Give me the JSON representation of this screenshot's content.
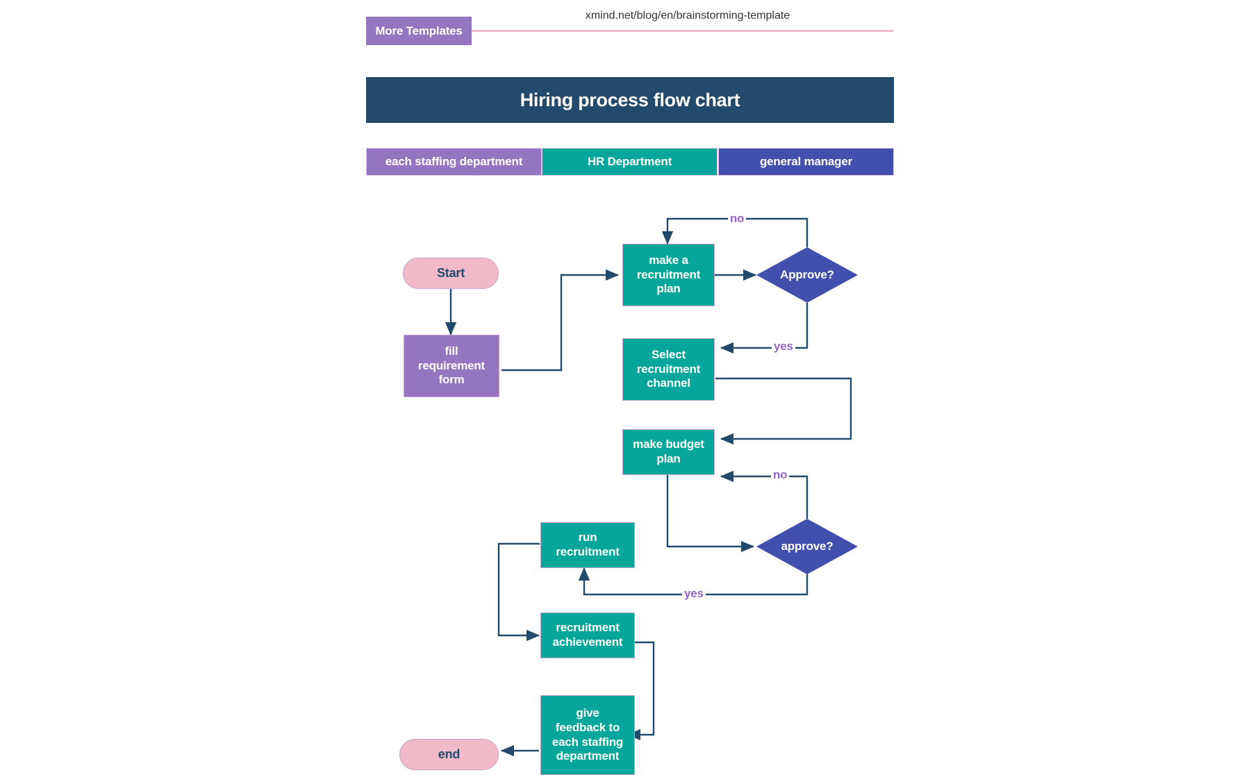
{
  "banner": {
    "more_templates_label": "More Templates",
    "url": "xmind.net/blog/en/brainstorming-template"
  },
  "chart": {
    "title": "Hiring process flow chart"
  },
  "lanes": [
    {
      "label": "each staffing department",
      "color": "#9575bf"
    },
    {
      "label": "HR Department",
      "color": "#06a79a"
    },
    {
      "label": "general manager",
      "color": "#4250ad"
    }
  ],
  "colors": {
    "title_bar": "#234a6b",
    "purple": "#9575bf",
    "teal": "#06a79a",
    "blue": "#4250ad",
    "pink": "#f2b9c8",
    "connector": "#234a6b",
    "edge_label": "#9266c4",
    "pink_rule": "#f4bcca"
  },
  "chart_data": {
    "type": "diagram",
    "title": "Hiring process flow chart",
    "nodes": [
      {
        "id": "start",
        "label": "Start",
        "shape": "pill",
        "lane": "each staffing department"
      },
      {
        "id": "fill_form",
        "label": "fill requirement form",
        "shape": "rect",
        "lane": "each staffing department"
      },
      {
        "id": "plan",
        "label": "make a recruitment plan",
        "shape": "rect",
        "lane": "HR Department"
      },
      {
        "id": "approve1",
        "label": "Approve?",
        "shape": "diamond",
        "lane": "general manager"
      },
      {
        "id": "channel",
        "label": "Select recruitment channel",
        "shape": "rect",
        "lane": "HR Department"
      },
      {
        "id": "budget",
        "label": "make budget plan",
        "shape": "rect",
        "lane": "HR Department"
      },
      {
        "id": "approve2",
        "label": "approve?",
        "shape": "diamond",
        "lane": "general manager"
      },
      {
        "id": "run",
        "label": "run recruitment",
        "shape": "rect",
        "lane": "HR Department"
      },
      {
        "id": "achievement",
        "label": "recruitment achievement",
        "shape": "rect",
        "lane": "HR Department"
      },
      {
        "id": "feedback",
        "label": "give feedback to each staffing department",
        "shape": "rect",
        "lane": "HR Department"
      },
      {
        "id": "end",
        "label": "end",
        "shape": "pill",
        "lane": "each staffing department"
      }
    ],
    "edges": [
      {
        "from": "start",
        "to": "fill_form",
        "label": ""
      },
      {
        "from": "fill_form",
        "to": "plan",
        "label": ""
      },
      {
        "from": "plan",
        "to": "approve1",
        "label": ""
      },
      {
        "from": "approve1",
        "to": "plan",
        "label": "no"
      },
      {
        "from": "approve1",
        "to": "channel",
        "label": "yes"
      },
      {
        "from": "channel",
        "to": "budget",
        "label": ""
      },
      {
        "from": "budget",
        "to": "approve2",
        "label": ""
      },
      {
        "from": "approve2",
        "to": "budget",
        "label": "no"
      },
      {
        "from": "approve2",
        "to": "run",
        "label": "yes"
      },
      {
        "from": "run",
        "to": "achievement",
        "label": ""
      },
      {
        "from": "achievement",
        "to": "feedback",
        "label": ""
      },
      {
        "from": "feedback",
        "to": "end",
        "label": ""
      }
    ],
    "edge_labels": [
      "no",
      "yes",
      "no",
      "yes"
    ]
  },
  "nodes": {
    "start": "Start",
    "fill_form_l1": "fill",
    "fill_form_l2": "requirement",
    "fill_form_l3": "form",
    "plan_l1": "make a",
    "plan_l2": "recruitment",
    "plan_l3": "plan",
    "approve1": "Approve?",
    "channel_l1": "Select",
    "channel_l2": "recruitment",
    "channel_l3": "channel",
    "budget_l1": "make budget",
    "budget_l2": "plan",
    "approve2": "approve?",
    "run_l1": "run",
    "run_l2": "recruitment",
    "achievement_l1": "recruitment",
    "achievement_l2": "achievement",
    "feedback_l1": "give",
    "feedback_l2": "feedback to",
    "feedback_l3": "each staffing",
    "feedback_l4": "department",
    "end": "end"
  },
  "edge_labels": {
    "no_top": "no",
    "yes_upper": "yes",
    "no_lower": "no",
    "yes_lower": "yes"
  }
}
